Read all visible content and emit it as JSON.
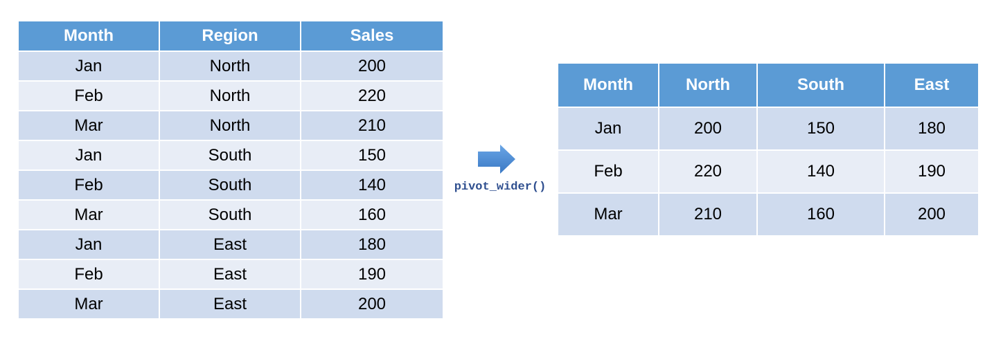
{
  "long_table": {
    "headers": [
      "Month",
      "Region",
      "Sales"
    ],
    "rows": [
      [
        "Jan",
        "North",
        "200"
      ],
      [
        "Feb",
        "North",
        "220"
      ],
      [
        "Mar",
        "North",
        "210"
      ],
      [
        "Jan",
        "South",
        "150"
      ],
      [
        "Feb",
        "South",
        "140"
      ],
      [
        "Mar",
        "South",
        "160"
      ],
      [
        "Jan",
        "East",
        "180"
      ],
      [
        "Feb",
        "East",
        "190"
      ],
      [
        "Mar",
        "East",
        "200"
      ]
    ]
  },
  "transform": {
    "label": "pivot_wider()"
  },
  "wide_table": {
    "headers": [
      "Month",
      "North",
      "South",
      "East"
    ],
    "rows": [
      [
        "Jan",
        "200",
        "150",
        "180"
      ],
      [
        "Feb",
        "220",
        "140",
        "190"
      ],
      [
        "Mar",
        "210",
        "160",
        "200"
      ]
    ]
  },
  "colors": {
    "header_bg": "#5b9bd5",
    "row_dark": "#cfdbee",
    "row_light": "#e8edf6",
    "arrow": "#4a8ad6",
    "label": "#2f4f8f"
  }
}
